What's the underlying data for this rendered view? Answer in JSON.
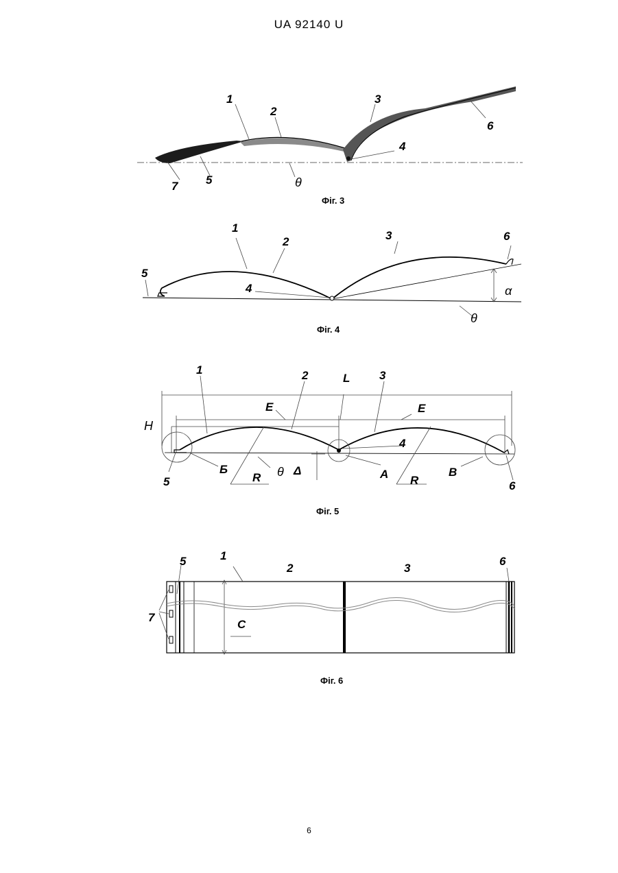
{
  "header": {
    "doc_number": "UA   92140   U"
  },
  "page_number": "6",
  "figures": [
    {
      "caption": "Фіг. 3",
      "labels": {
        "l1": "1",
        "l2": "2",
        "l3": "3",
        "l4": "4",
        "l5": "5",
        "l6": "6",
        "l7": "7",
        "theta": "θ"
      }
    },
    {
      "caption": "Фіг. 4",
      "labels": {
        "l1": "1",
        "l2": "2",
        "l3": "3",
        "l4": "4",
        "l5": "5",
        "l6": "6",
        "alpha": "α",
        "theta": "θ"
      }
    },
    {
      "caption": "Фіг. 5",
      "labels": {
        "l1": "1",
        "l2": "2",
        "l3": "3",
        "l4": "4",
        "l5": "5",
        "l6": "6",
        "L": "L",
        "E1": "E",
        "E2": "E",
        "H": "H",
        "B_cyr": "Б",
        "R1": "R",
        "R2": "R",
        "theta": "θ",
        "delta": "Δ",
        "A": "A",
        "V": "B"
      }
    },
    {
      "caption": "Фіг. 6",
      "labels": {
        "l1": "1",
        "l2": "2",
        "l3": "3",
        "l5": "5",
        "l6": "6",
        "l7": "7",
        "C": "C"
      }
    }
  ]
}
